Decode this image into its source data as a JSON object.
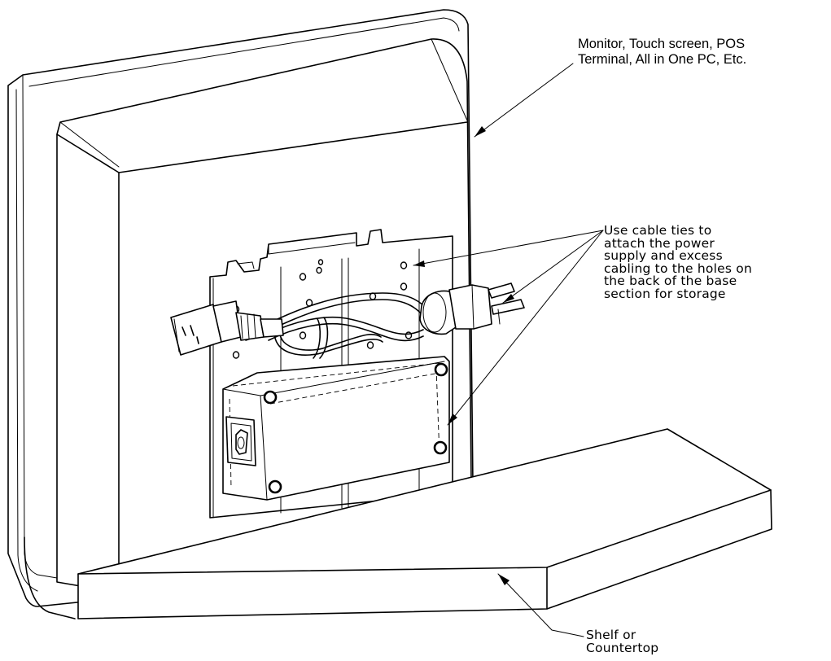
{
  "diagram": {
    "labels": {
      "monitor": "Monitor, Touch screen, POS\nTerminal, All in One PC, Etc.",
      "cable_ties": "Use cable ties to\nattach the power\nsupply and excess\ncabling to the holes on\nthe back of the base\nsection for storage",
      "shelf": "Shelf or\nCountertop"
    }
  }
}
